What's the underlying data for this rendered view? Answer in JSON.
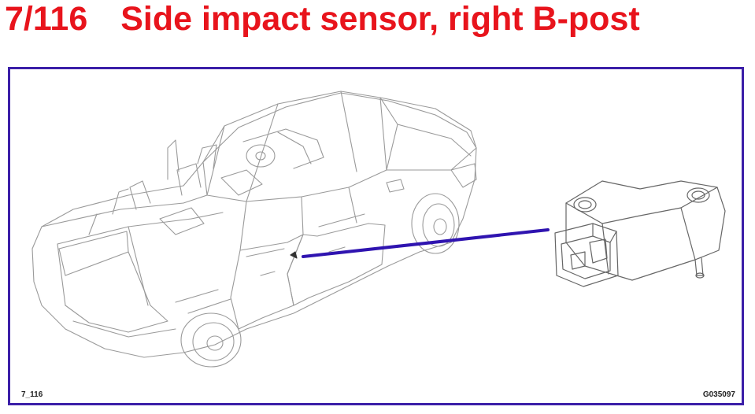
{
  "title": {
    "code": "7/116",
    "text": "Side impact sensor, right B-post"
  },
  "figure": {
    "ref_left": "7_116",
    "ref_right": "G035097"
  },
  "colors": {
    "title": "#e8141c",
    "frame": "#3b1fa8",
    "leader_line": "#2f14b0",
    "line_art": "#9a9a9a"
  }
}
